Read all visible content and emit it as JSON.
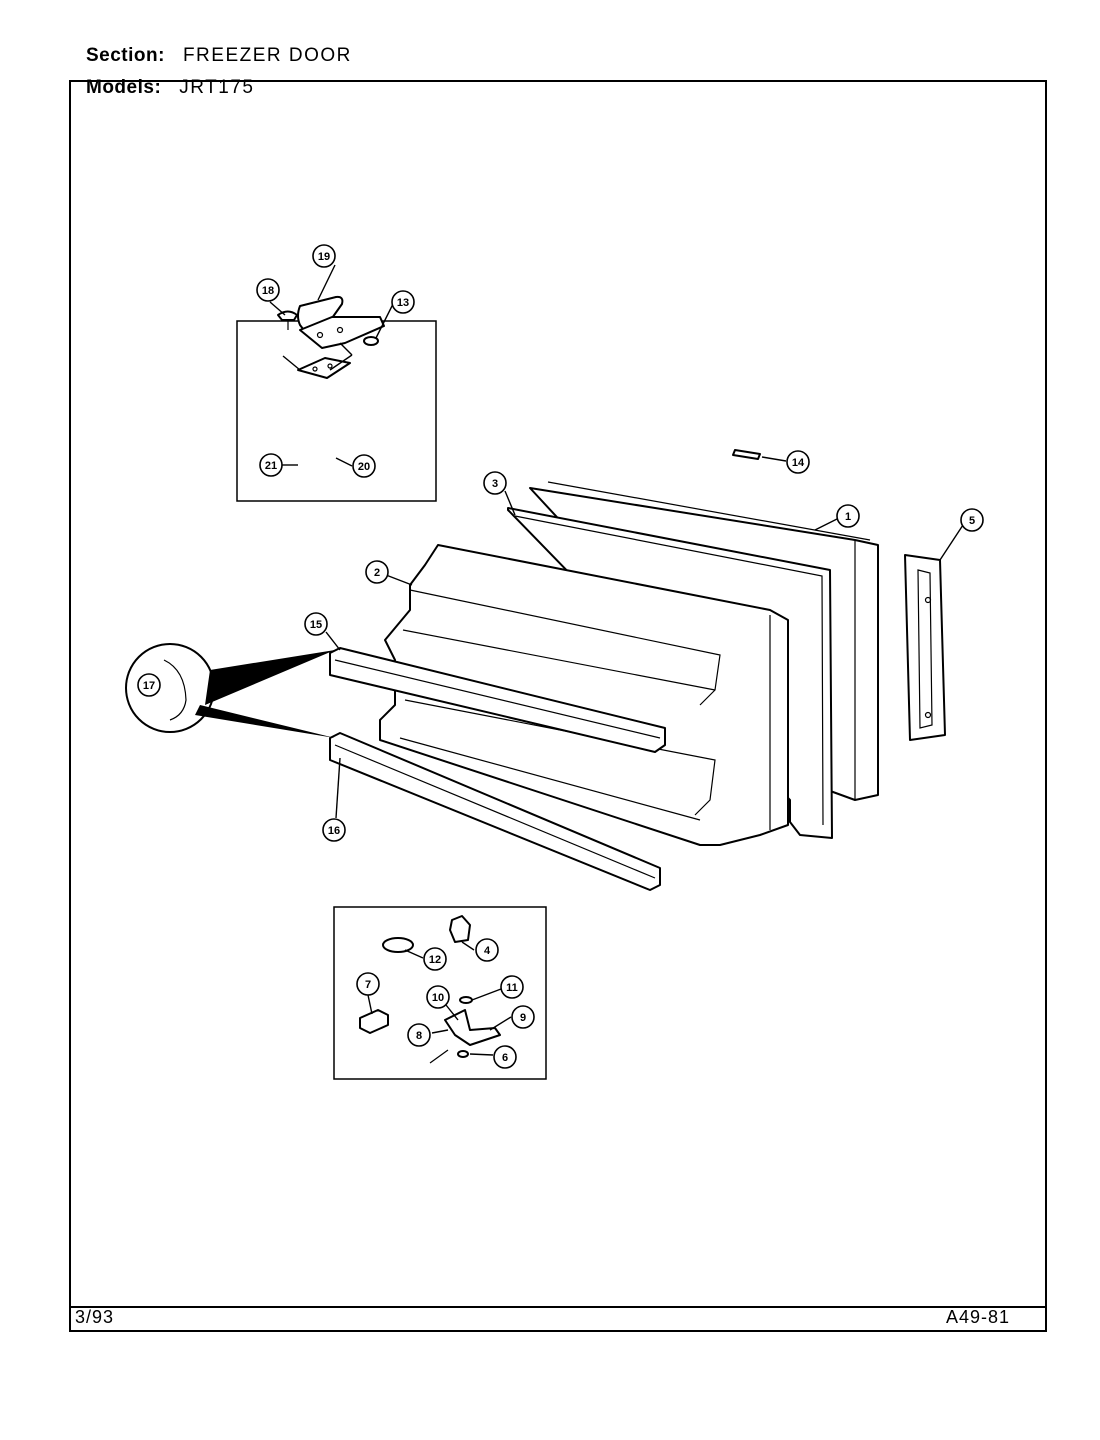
{
  "header": {
    "section_label": "Section:",
    "section_value": "FREEZER DOOR",
    "models_label": "Models:",
    "models_value": "JRT175"
  },
  "footer": {
    "date": "3/93",
    "code": "A49-81"
  },
  "callouts": [
    {
      "id": "c1",
      "text": "1"
    },
    {
      "id": "c2",
      "text": "2"
    },
    {
      "id": "c3",
      "text": "3"
    },
    {
      "id": "c4",
      "text": "4"
    },
    {
      "id": "c5",
      "text": "5"
    },
    {
      "id": "c6",
      "text": "6"
    },
    {
      "id": "c7",
      "text": "7"
    },
    {
      "id": "c8",
      "text": "8"
    },
    {
      "id": "c9",
      "text": "9"
    },
    {
      "id": "c10",
      "text": "10"
    },
    {
      "id": "c11",
      "text": "11"
    },
    {
      "id": "c12",
      "text": "12"
    },
    {
      "id": "c13",
      "text": "13"
    },
    {
      "id": "c14",
      "text": "14"
    },
    {
      "id": "c15",
      "text": "15"
    },
    {
      "id": "c16",
      "text": "16"
    },
    {
      "id": "c17",
      "text": "17"
    },
    {
      "id": "c18",
      "text": "18"
    },
    {
      "id": "c19",
      "text": "19"
    },
    {
      "id": "c20",
      "text": "20"
    },
    {
      "id": "c21",
      "text": "21"
    }
  ]
}
